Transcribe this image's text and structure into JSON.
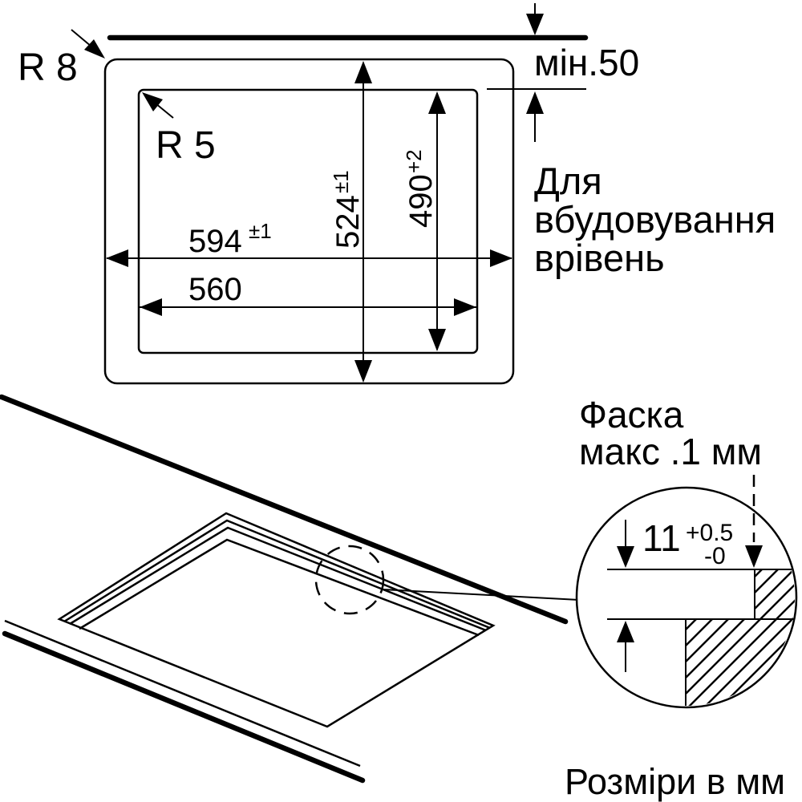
{
  "colors": {
    "ink": "#000000",
    "background": "#ffffff"
  },
  "plan_view": {
    "corner_radius_outer_label": "R 8",
    "corner_radius_inner_label": "R 5",
    "min_rear_distance_label": "мін.50",
    "note_lines": [
      "Для",
      "вбудовування",
      "врівень"
    ],
    "dim_outer_width": {
      "value": "594",
      "tolerance": "±1"
    },
    "dim_inner_width": {
      "value": "560",
      "tolerance": ""
    },
    "dim_outer_height": {
      "value": "524",
      "tolerance": "±1"
    },
    "dim_inner_height": {
      "value": "490",
      "tolerance": "+2"
    }
  },
  "detail_view": {
    "chamfer_note_lines": [
      "Фаска",
      "макс .1 мм"
    ],
    "dim_depth": {
      "value": "11",
      "tolerance_plus": "+0.5",
      "tolerance_minus": "-0"
    }
  },
  "footer": {
    "units_label": "Розміри в мм"
  }
}
